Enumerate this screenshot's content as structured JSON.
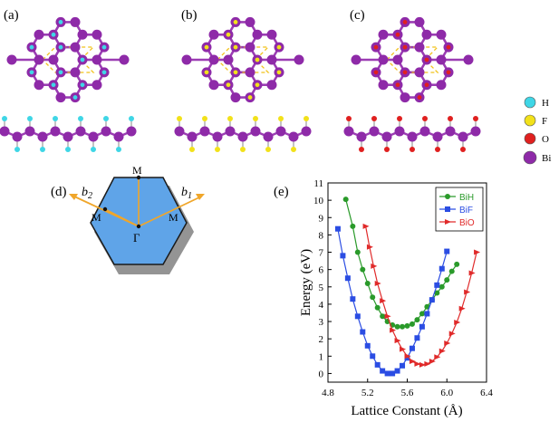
{
  "panels": {
    "a": "(a)",
    "b": "(b)",
    "c": "(c)",
    "d": "(d)",
    "e": "(e)"
  },
  "legend_atoms": [
    {
      "label": "H",
      "color": "#3fd6e6"
    },
    {
      "label": "F",
      "color": "#f2e11a"
    },
    {
      "label": "O",
      "color": "#e0201f"
    },
    {
      "label": "Bi",
      "color": "#8e2aa8"
    }
  ],
  "colors": {
    "bi": "#8e2aa8",
    "bond": "#9b3db3",
    "cell": "#f1c21b",
    "hex_fill": "#5fa4e8",
    "vector": "#f0a62a"
  },
  "bz": {
    "labels": {
      "gamma": "Γ",
      "m_top": "M",
      "m_left": "M",
      "m_right": "M"
    },
    "b1": "b",
    "b1_sub": "1",
    "b2": "b",
    "b2_sub": "2"
  },
  "chart_data": {
    "type": "line",
    "xlabel": "Lattice Constant (Å)",
    "ylabel": "Energy (eV)",
    "xlim": [
      4.8,
      6.4
    ],
    "ylim": [
      -0.5,
      11
    ],
    "xticks": [
      "4.8",
      "5.2",
      "5.6",
      "6.0",
      "6.4"
    ],
    "yticks": [
      "0",
      "1",
      "2",
      "3",
      "4",
      "5",
      "6",
      "7",
      "8",
      "9",
      "10",
      "11"
    ],
    "legend_position": "top-right",
    "series": [
      {
        "name": "BiH",
        "color": "#2a9a2a",
        "marker": "circle",
        "x": [
          4.98,
          5.05,
          5.1,
          5.15,
          5.2,
          5.25,
          5.3,
          5.35,
          5.4,
          5.45,
          5.5,
          5.55,
          5.6,
          5.65,
          5.7,
          5.75,
          5.8,
          5.85,
          5.9,
          5.95,
          6.0,
          6.05,
          6.1
        ],
        "y": [
          10.05,
          8.5,
          7.0,
          6.0,
          5.2,
          4.4,
          3.8,
          3.3,
          3.0,
          2.8,
          2.7,
          2.7,
          2.75,
          2.85,
          3.1,
          3.45,
          3.85,
          4.25,
          4.65,
          5.0,
          5.4,
          5.9,
          6.3
        ]
      },
      {
        "name": "BiF",
        "color": "#2b4de3",
        "marker": "square",
        "x": [
          4.9,
          4.95,
          5.0,
          5.05,
          5.1,
          5.15,
          5.2,
          5.25,
          5.3,
          5.35,
          5.4,
          5.45,
          5.5,
          5.55,
          5.6,
          5.65,
          5.7,
          5.75,
          5.8,
          5.85,
          5.9,
          5.95,
          6.0
        ],
        "y": [
          8.35,
          6.8,
          5.5,
          4.3,
          3.3,
          2.4,
          1.6,
          1.0,
          0.5,
          0.15,
          0.0,
          0.0,
          0.15,
          0.45,
          0.9,
          1.45,
          2.05,
          2.7,
          3.45,
          4.25,
          5.1,
          6.05,
          7.05
        ]
      },
      {
        "name": "BiO",
        "color": "#e02a2a",
        "marker": "triangle-right",
        "x": [
          5.18,
          5.22,
          5.26,
          5.3,
          5.35,
          5.4,
          5.45,
          5.5,
          5.55,
          5.6,
          5.65,
          5.7,
          5.75,
          5.8,
          5.85,
          5.9,
          5.95,
          6.0,
          6.05,
          6.1,
          6.15,
          6.2,
          6.25,
          6.3
        ],
        "y": [
          8.5,
          7.3,
          6.2,
          5.2,
          4.2,
          3.3,
          2.5,
          1.9,
          1.4,
          1.0,
          0.7,
          0.55,
          0.5,
          0.55,
          0.7,
          0.95,
          1.3,
          1.75,
          2.3,
          2.95,
          3.75,
          4.7,
          5.8,
          7.0
        ]
      }
    ]
  }
}
